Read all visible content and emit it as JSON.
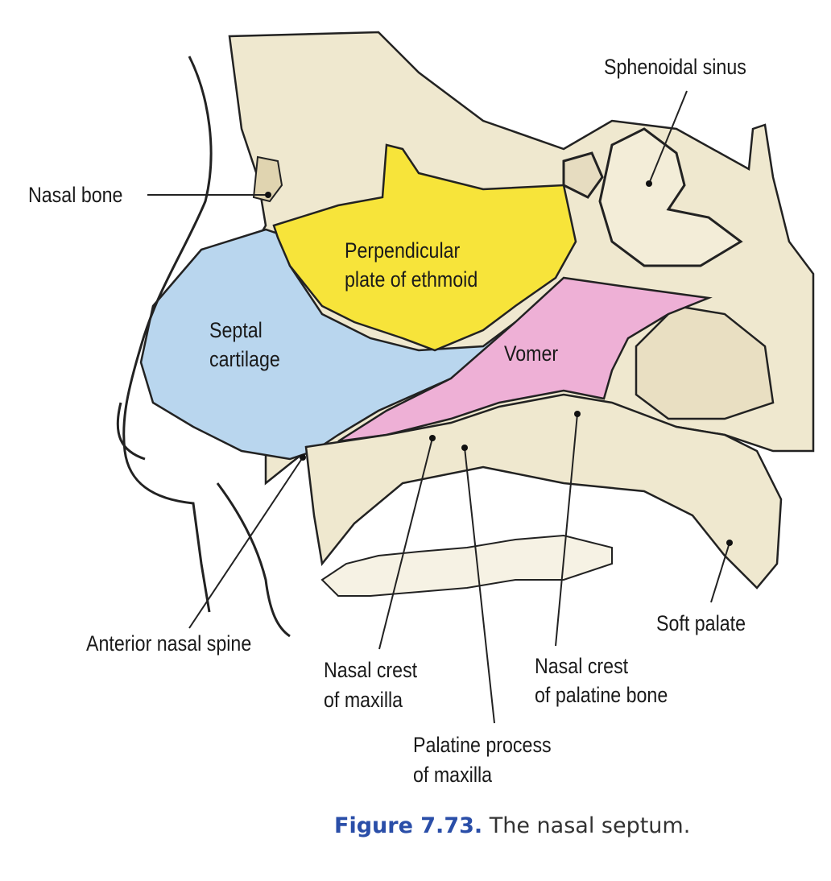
{
  "figure": {
    "number": "Figure 7.73.",
    "title": "The nasal septum.",
    "colors": {
      "bone": "#efe8cf",
      "ethmoid": "#f7e43a",
      "septal_cartilage": "#b9d6ee",
      "vomer": "#eeb0d6",
      "caption_blue": "#2a4ea8"
    }
  },
  "labels": {
    "nasal_bone": "Nasal bone",
    "sphenoidal_sinus": "Sphenoidal sinus",
    "perpendicular_plate_1": "Perpendicular",
    "perpendicular_plate_2": "plate of ethmoid",
    "septal_cartilage_1": "Septal",
    "septal_cartilage_2": "cartilage",
    "vomer": "Vomer",
    "anterior_nasal_spine": "Anterior nasal spine",
    "nasal_crest_maxilla_1": "Nasal crest",
    "nasal_crest_maxilla_2": "of maxilla",
    "palatine_process_1": "Palatine process",
    "palatine_process_2": "of maxilla",
    "nasal_crest_palatine_1": "Nasal crest",
    "nasal_crest_palatine_2": "of palatine bone",
    "soft_palate": "Soft palate"
  }
}
